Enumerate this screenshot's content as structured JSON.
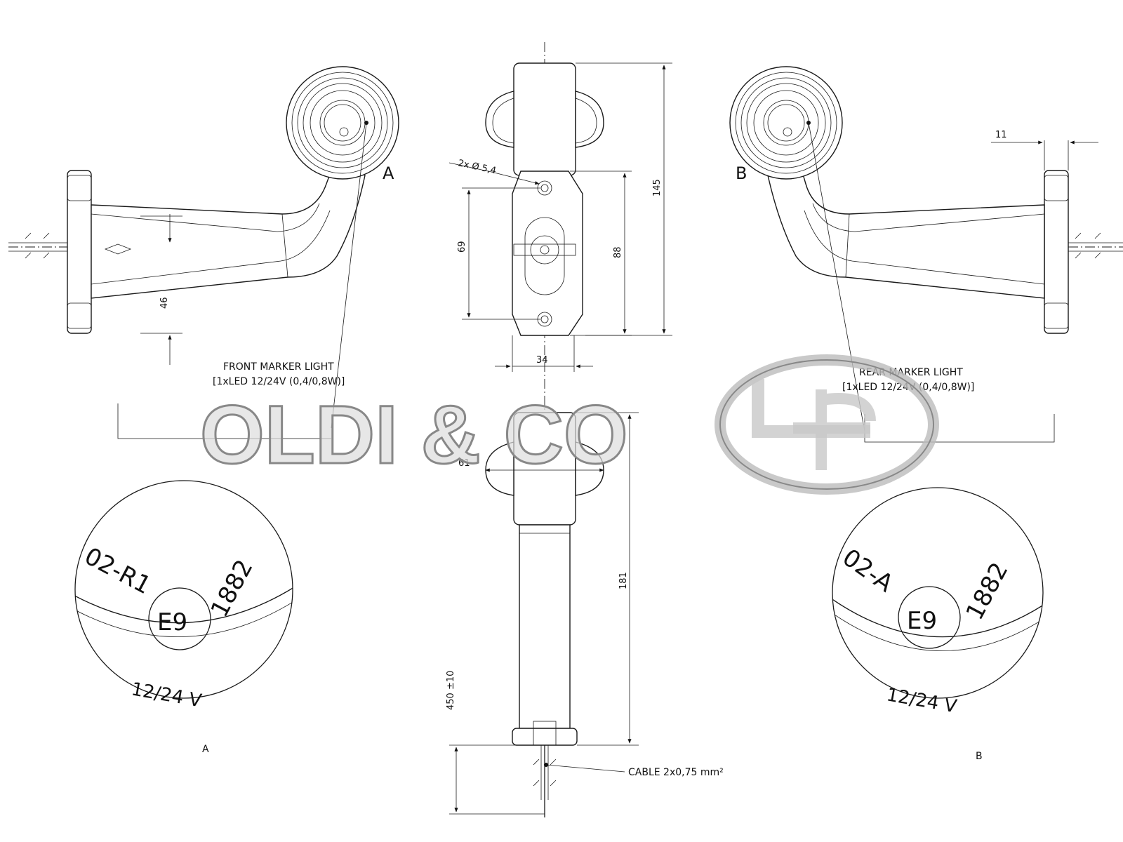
{
  "labels": {
    "front_marker_title": "FRONT MARKER LIGHT",
    "front_marker_spec": "[1xLED 12/24V (0,4/0,8W)]",
    "rear_marker_title": "REAR MARKER LIGHT",
    "rear_marker_spec": "[1xLED 12/24V (0,4/0,8W)]",
    "cable": "CABLE 2x0,75 mm²",
    "holes": "2x Ø 5,4",
    "view_a": "A",
    "view_b": "B",
    "detail_a": "A",
    "detail_b": "B"
  },
  "dimensions": {
    "d145": "145",
    "d69": "69",
    "d88": "88",
    "d34": "34",
    "d46": "46",
    "d11": "11",
    "d61": "61",
    "d181": "181",
    "d450": "450 ±10"
  },
  "detail_a": {
    "approval": "02-R1",
    "mark": "E9",
    "number": "1882",
    "voltage": "12/24 V"
  },
  "detail_b": {
    "approval": "02-A",
    "mark": "E9",
    "number": "1882",
    "voltage": "12/24 V"
  },
  "watermark": {
    "text": "OLDI & CO"
  }
}
